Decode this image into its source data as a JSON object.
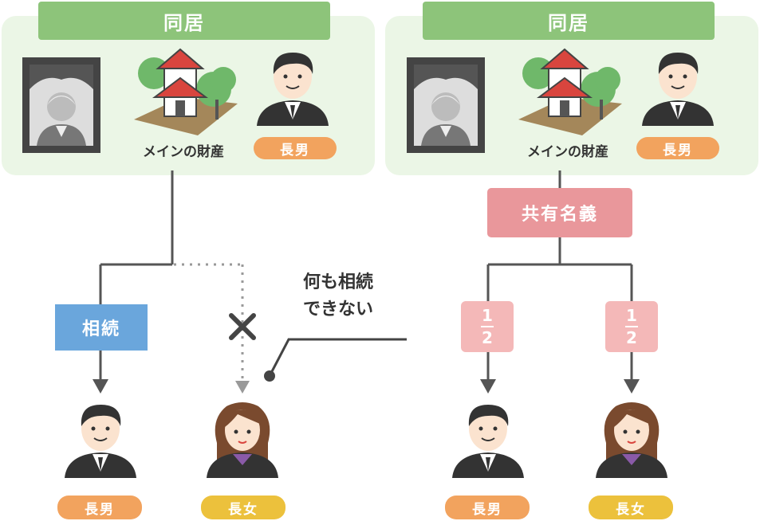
{
  "left": {
    "title": "同居",
    "property_label": "メインの財産",
    "heir_label": "長男",
    "inherit_label": "相続",
    "children": [
      "長男",
      "長女"
    ]
  },
  "right": {
    "title": "同居",
    "property_label": "メインの財産",
    "heir_label": "長男",
    "shared_label": "共有名義",
    "share": {
      "numerator": "1",
      "denominator": "2"
    },
    "children": [
      "長男",
      "長女"
    ]
  },
  "note": {
    "line1": "何も相続",
    "line2": "できない"
  },
  "colors": {
    "panel": "#ebf6e6",
    "tab": "#8dc47a",
    "pink": "#e9979b",
    "frac": "#f4b8b8",
    "blue": "#6aa6dc",
    "orange": "#f2a35e",
    "yellow": "#ecc13c",
    "line": "#555555"
  }
}
